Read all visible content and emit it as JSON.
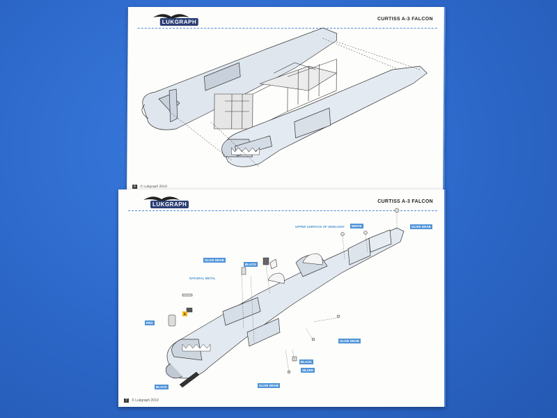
{
  "top_page": {
    "logo": "LUKGRAPH",
    "title": "CURTISS A-3 FALCON",
    "footer": "© Lukgraph 2019",
    "page_number": "6"
  },
  "bottom_page": {
    "logo": "LUKGRAPH",
    "title": "CURTISS A-3 FALCON",
    "footer": "© Lukgraph 2019",
    "page_number": "7",
    "callouts": {
      "upper_surface": "UPPER SURFACE OF SIDELIGHT",
      "white": "WHITE",
      "olive_drab_1": "OLIVE DRAB",
      "olive_drab_2": "OLIVE DRAB",
      "olive_drab_3": "OLIVE DRAB",
      "olive_drab_4": "OLIVE DRAB",
      "black_1": "BLACK",
      "black_2": "BLACK",
      "black_3": "BLACK",
      "natural_metal": "NATURAL METAL",
      "red": "RED",
      "silver": "SILVER"
    }
  },
  "colors": {
    "background": "#2f6fd0",
    "paper": "#fdfdfb",
    "accent": "#4c86d6",
    "callout": "#4f93d8",
    "yellow_tag": "#f1b51c"
  }
}
